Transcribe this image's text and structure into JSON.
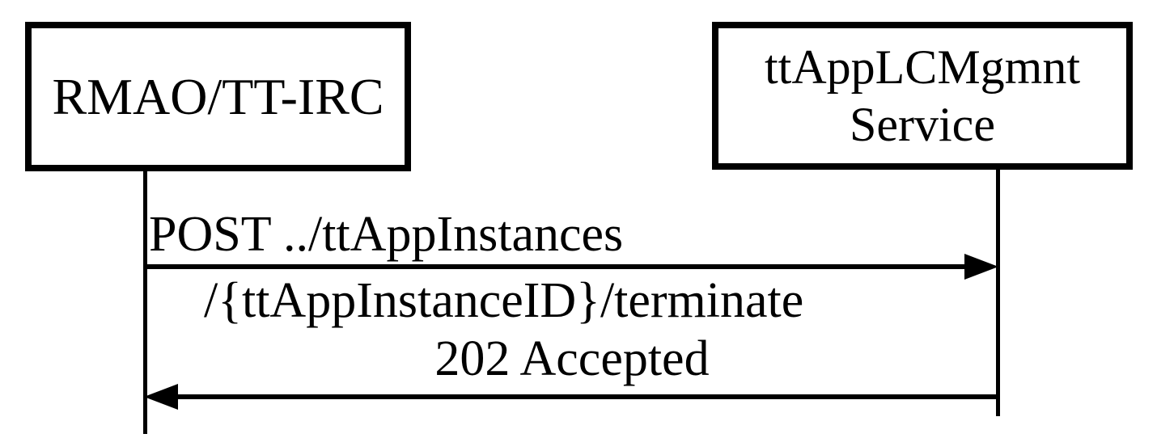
{
  "diagram": {
    "type": "sequence-diagram",
    "colors": {
      "line": "#000000",
      "text": "#000000",
      "background": "#ffffff"
    },
    "actors": [
      {
        "id": "rmao-tt-irc",
        "label": "RMAO/TT-IRC"
      },
      {
        "id": "ttapplcmgmnt-service",
        "label_line1": "ttAppLCMgmnt",
        "label_line2": "Service"
      }
    ],
    "messages": [
      {
        "from": "RMAO/TT-IRC",
        "to": "ttAppLCMgmnt Service",
        "direction": "right",
        "label_line1": "POST ../ttAppInstances",
        "label_line2": "/{ttAppInstanceID}/terminate"
      },
      {
        "from": "ttAppLCMgmnt Service",
        "to": "RMAO/TT-IRC",
        "direction": "left",
        "label": "202 Accepted"
      }
    ]
  }
}
